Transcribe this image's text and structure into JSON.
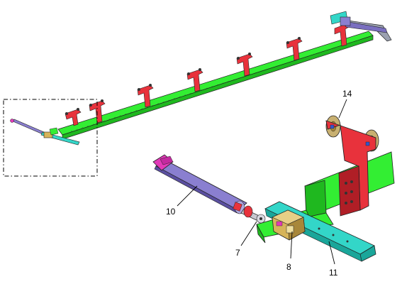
{
  "labels": {
    "part_14": "14",
    "part_10": "10",
    "part_7": "7",
    "part_8": "8",
    "part_11": "11"
  },
  "colors": {
    "beam_green": "#33ee33",
    "beam_green_dark": "#1fb81f",
    "bracket_red": "#e8323c",
    "bracket_red_dark": "#b01e26",
    "cylinder_purple": "#8a7fd0",
    "cylinder_purple_dark": "#5a4fa0",
    "plate_cyan": "#33d6c8",
    "plate_cyan_dark": "#1aa69a",
    "block_gold": "#d6b45a",
    "block_gold_dark": "#a8873a",
    "wheel_tan": "#c8b070",
    "frame_gray": "#9aa0b0",
    "outline": "#222222"
  }
}
